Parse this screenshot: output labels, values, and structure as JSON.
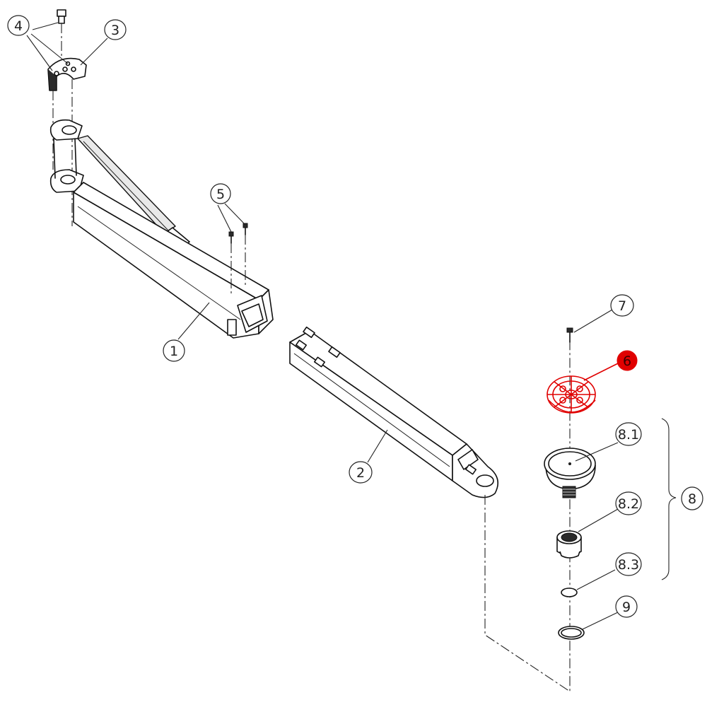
{
  "callouts": {
    "c1": "1",
    "c2": "2",
    "c3": "3",
    "c4": "4",
    "c5": "5",
    "c6": "6",
    "c7": "7",
    "c8": "8",
    "c81": "8.1",
    "c82": "8.2",
    "c83": "8.3",
    "c9": "9"
  },
  "colors": {
    "highlight": "#e00000",
    "line": "#111111",
    "background": "#ffffff"
  }
}
